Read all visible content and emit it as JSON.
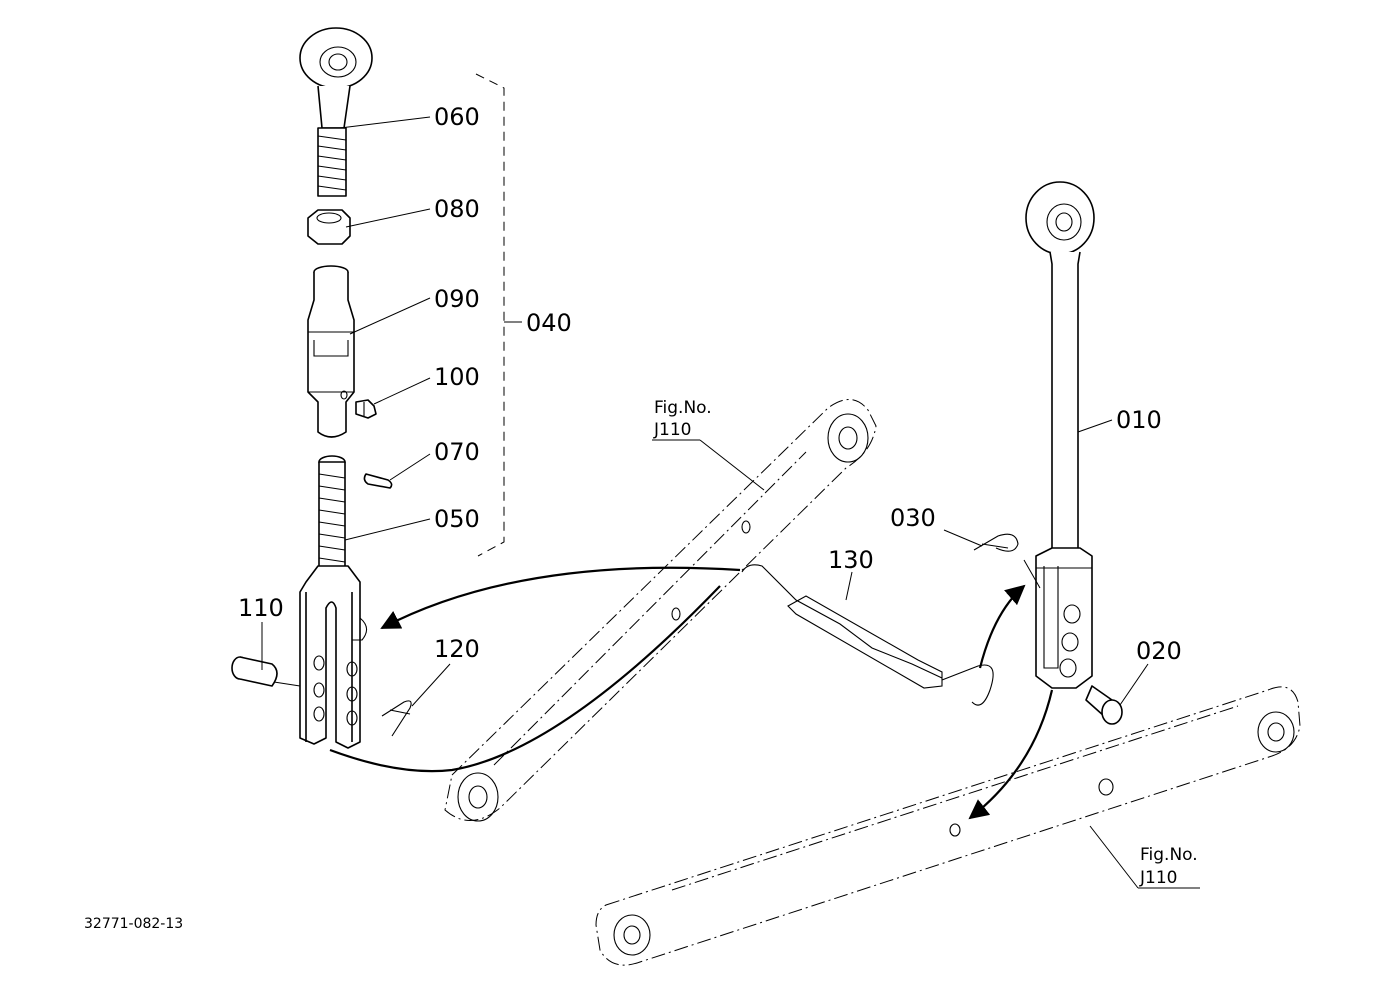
{
  "callouts": {
    "c010": "010",
    "c020": "020",
    "c030": "030",
    "c040": "040",
    "c050": "050",
    "c060": "060",
    "c070": "070",
    "c080": "080",
    "c090": "090",
    "c100": "100",
    "c110": "110",
    "c120": "120",
    "c130": "130"
  },
  "references": {
    "upper": {
      "line1": "Fig.No.",
      "line2": "J110"
    },
    "lower": {
      "line1": "Fig.No.",
      "line2": "J110"
    }
  },
  "drawing_code": "32771-082-13"
}
